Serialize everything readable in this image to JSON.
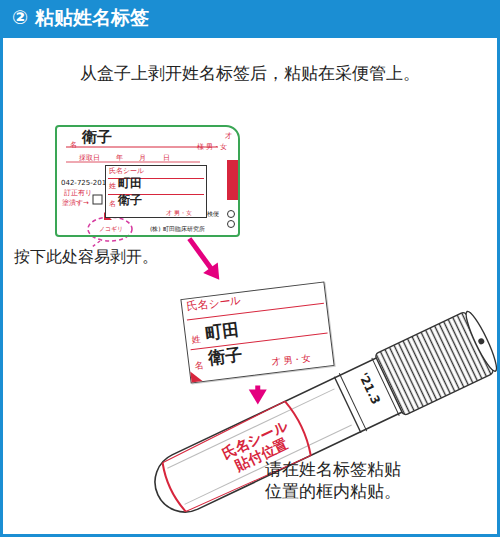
{
  "diagram": {
    "title": "② 粘贴姓名标签",
    "nodes": [
      {
        "text": [
          "衛子",
          "名",
          "才",
          "様 男・女",
          "採取日 年 月 日",
          "042-725-2010",
          "訂正有り",
          "塗潰す→",
          "検便",
          "(株) 町田臨床研究所",
          "ノコギリ"
        ]
      },
      {
        "text": [
          "氏名シール",
          "姓",
          "町田",
          "名",
          "衛子",
          "才 男・女"
        ],
        "in": 0
      },
      {
        "text": [
          "氏名シール",
          "姓",
          "町田",
          "名",
          "衛子",
          "才 男・女"
        ]
      },
      {
        "text": [
          "氏名シール",
          "貼付位置"
        ]
      }
    ],
    "edges": [
      {
        "from": 0,
        "to": 2,
        "arrow": "to"
      },
      {
        "from": 2,
        "to": 3,
        "arrow": "to"
      }
    ],
    "labels": [
      "从盒子上剥开姓名标签后，粘贴在采便管上。",
      "按下此处容易剥开。",
      "请在姓名标签粘贴 位置的框内粘贴。",
      "'21.3"
    ]
  }
}
